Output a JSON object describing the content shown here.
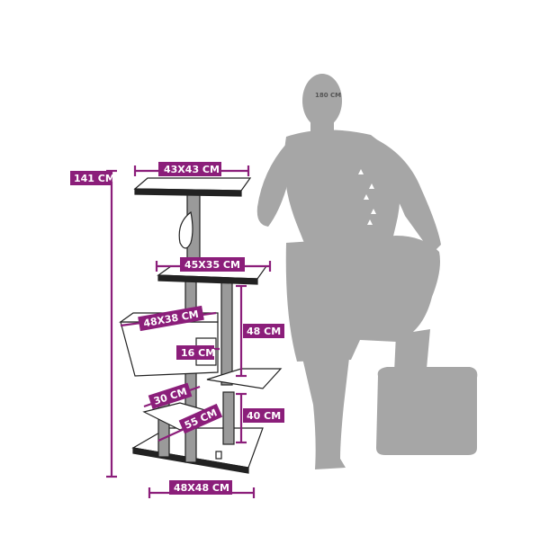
{
  "colors": {
    "accent": "#8b1e7a",
    "silhouette": "#a6a6a6",
    "tree_outline": "#222222",
    "tree_fill": "#ffffff",
    "post": "#9a9a9a"
  },
  "person": {
    "height_label": "180 CM"
  },
  "dimensions": {
    "total_height": "141 CM",
    "top_platform": "43X43 CM",
    "middle_platform": "45X35 CM",
    "condo": "48X38 CM",
    "condo_opening": "16 CM",
    "upper_post": "48 CM",
    "step": "30 CM",
    "hammock": "55 CM",
    "lower_post": "40 CM",
    "base": "48X48 CM"
  }
}
